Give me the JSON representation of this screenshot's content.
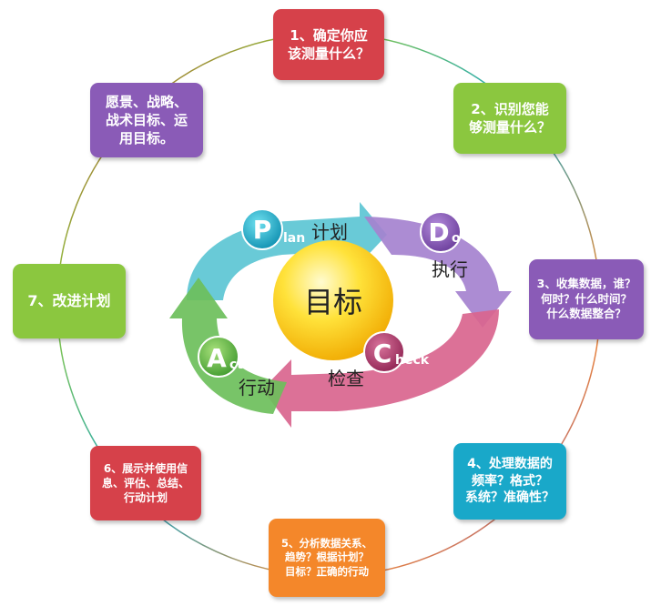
{
  "center": {
    "goal": "目标",
    "plan_letter": "P",
    "plan_rest": "lan",
    "plan_cn": "计划",
    "do_letter": "D",
    "do_rest": "o",
    "do_cn": "执行",
    "check_letter": "C",
    "check_rest": "heck",
    "check_cn": "检查",
    "act_letter": "A",
    "act_rest": "ct",
    "act_cn": "行动"
  },
  "steps": [
    {
      "text": "1、确定你应\n该测量什么？",
      "color": "#d6414a"
    },
    {
      "text": "2、识别您能\n够测量什么？",
      "color": "#8bc73f"
    },
    {
      "text": "3、收集数据，谁？\n何时？什么时间？\n什么数据整合？",
      "color": "#8a5bb7"
    },
    {
      "text": "4、处理数据的\n频率？格式？\n系统？准确性？",
      "color": "#19a8c9"
    },
    {
      "text": "5、分析数据关系、\n趋势？根据计划？\n目标？正确的行动",
      "color": "#f4872a"
    },
    {
      "text": "6、展示并使用信\n息、评估、总结、\n行动计划",
      "color": "#d6414a"
    },
    {
      "text": "7、改进计划",
      "color": "#8bc73f"
    },
    {
      "text": "愿景、战略、\n战术目标、运\n用目标。",
      "color": "#8a5bb7"
    }
  ]
}
